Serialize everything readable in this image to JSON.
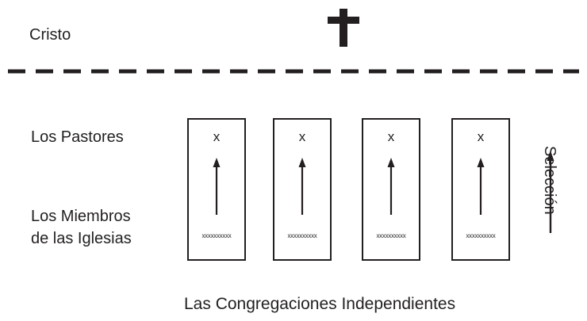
{
  "cristo": {
    "label": "Cristo",
    "icon": "cross-icon"
  },
  "pastores": {
    "label": "Los Pastores"
  },
  "miembros": {
    "line1": "Los Miembros",
    "line2": "de las Iglesias"
  },
  "congregaciones": {
    "label": "Las Congregaciones Independientes"
  },
  "seleccion": {
    "label": "Selección"
  },
  "churches": [
    {
      "pastor": "x",
      "members": "xxxxxxxxxx"
    },
    {
      "pastor": "x",
      "members": "xxxxxxxxxx"
    },
    {
      "pastor": "x",
      "members": "xxxxxxxxxx"
    },
    {
      "pastor": "x",
      "members": "xxxxxxxxxx"
    }
  ],
  "colors": {
    "ink": "#231f20",
    "background": "#ffffff"
  }
}
